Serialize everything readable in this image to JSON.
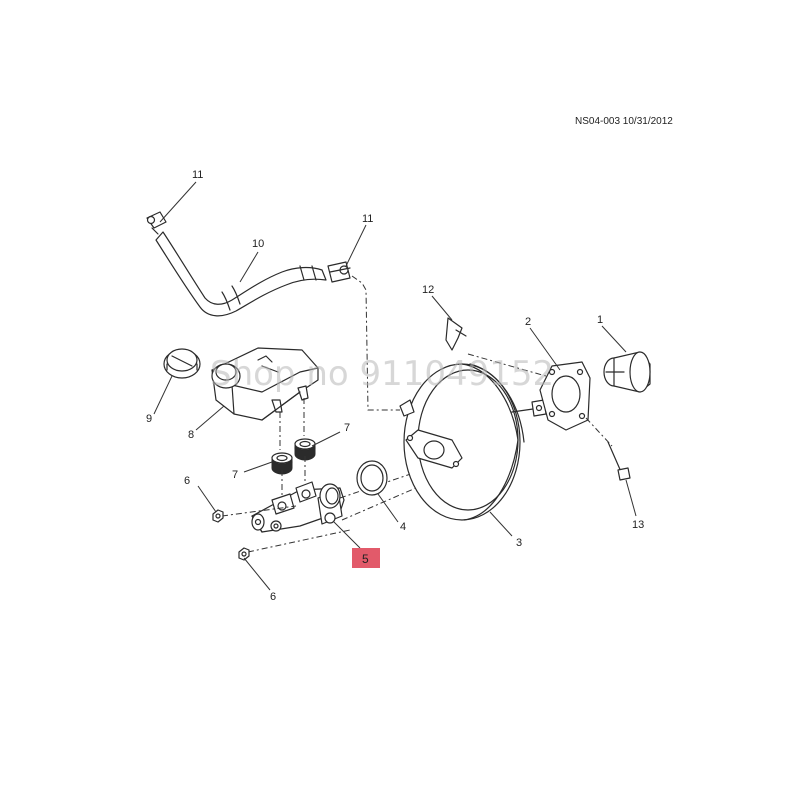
{
  "header": {
    "reference_code": "NS04-003 10/31/2012"
  },
  "watermark": {
    "text": "Shop no 911049152"
  },
  "callouts": {
    "c1": "1",
    "c2": "2",
    "c3": "3",
    "c4": "4",
    "c5": "5",
    "c6a": "6",
    "c6b": "6",
    "c7a": "7",
    "c7b": "7",
    "c8": "8",
    "c9": "9",
    "c10": "10",
    "c11a": "11",
    "c11b": "11",
    "c12": "12",
    "c13": "13"
  },
  "highlight": {
    "part_number": "5",
    "color": "#e25a6a"
  }
}
